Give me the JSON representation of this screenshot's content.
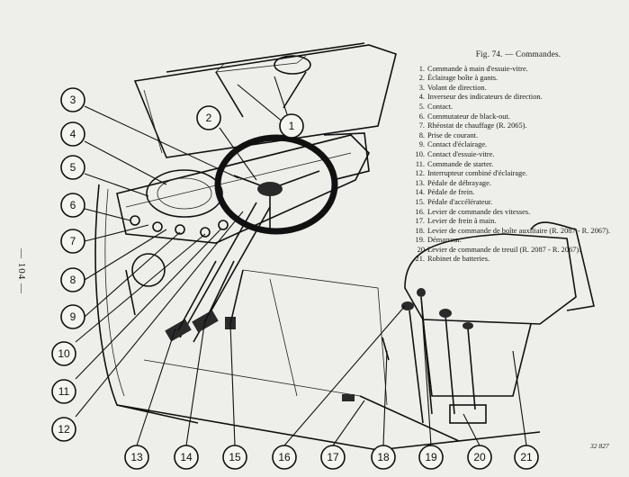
{
  "figure": {
    "title": "Fig. 74. — Commandes.",
    "page_number": "— 104 —",
    "reference_code": "32 827"
  },
  "legend": [
    {
      "num": "1.",
      "text": "Commande à main d'essuie-vitre."
    },
    {
      "num": "2.",
      "text": "Éclairage boîte à gants."
    },
    {
      "num": "3.",
      "text": "Volant de direction."
    },
    {
      "num": "4.",
      "text": "Inverseur des indicateurs de direction."
    },
    {
      "num": "5.",
      "text": "Contact."
    },
    {
      "num": "6.",
      "text": "Commutateur de black-out."
    },
    {
      "num": "7.",
      "text": "Rhéostat de chauffage (R. 2065)."
    },
    {
      "num": "8.",
      "text": "Prise de courant."
    },
    {
      "num": "9.",
      "text": "Contact d'éclairage."
    },
    {
      "num": "10.",
      "text": "Contact d'essuie-vitre."
    },
    {
      "num": "11.",
      "text": "Commande de starter."
    },
    {
      "num": "12.",
      "text": "Interrupteur combiné d'éclairage."
    },
    {
      "num": "13.",
      "text": "Pédale de débrayage."
    },
    {
      "num": "14.",
      "text": "Pédale de frein."
    },
    {
      "num": "15.",
      "text": "Pédale d'accélérateur."
    },
    {
      "num": "16.",
      "text": "Levier de commande des vitesses."
    },
    {
      "num": "17.",
      "text": "Levier de frein à main."
    },
    {
      "num": "18.",
      "text": "Levier de commande de boîte auxiliaire (R. 2087 - R. 2067)."
    },
    {
      "num": "19.",
      "text": "Démarreur."
    },
    {
      "num": "20",
      "text": "Levier de commande de treuil (R. 2087 - R. 2067)."
    },
    {
      "num": "21.",
      "text": "Robinet de batteries."
    }
  ],
  "callouts": [
    "1",
    "2",
    "3",
    "4",
    "5",
    "6",
    "7",
    "8",
    "9",
    "10",
    "11",
    "12",
    "13",
    "14",
    "15",
    "16",
    "17",
    "18",
    "19",
    "20",
    "21"
  ]
}
